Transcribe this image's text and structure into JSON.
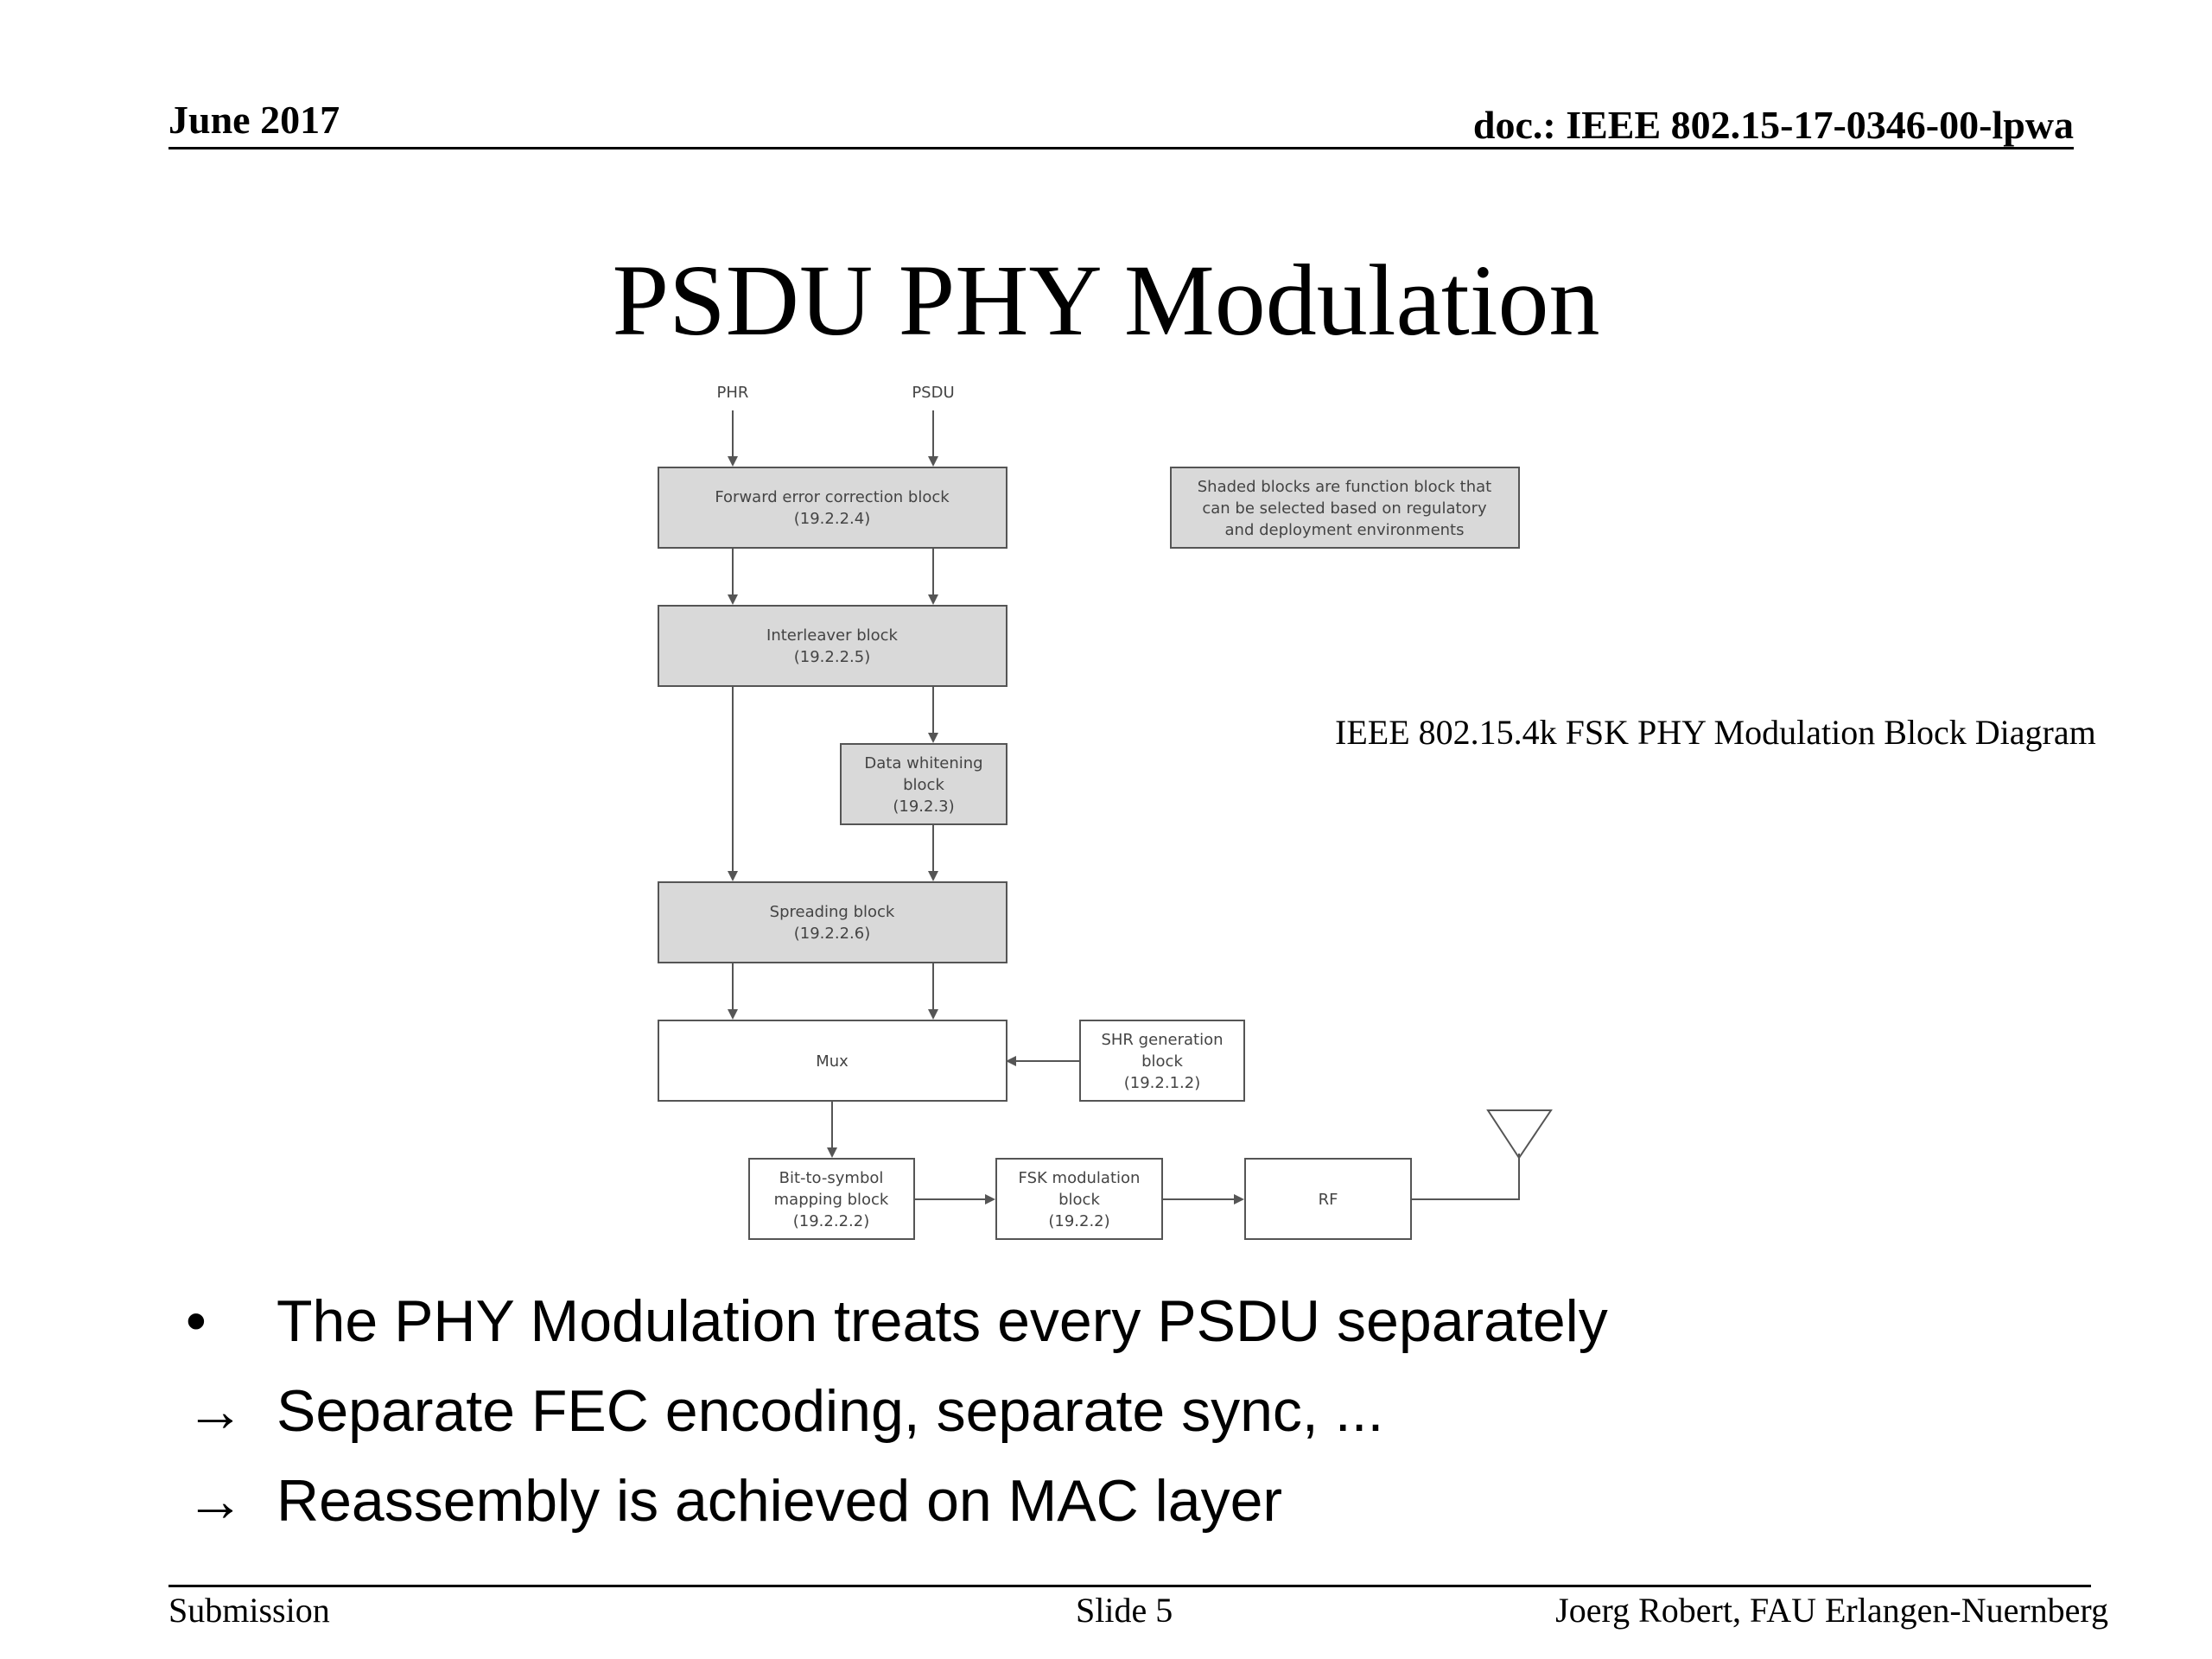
{
  "header": {
    "date": "June 2017",
    "doc": "doc.: IEEE 802.15-17-0346-00-lpwa"
  },
  "title": "PSDU PHY Modulation",
  "diagram": {
    "inputs": {
      "phr": "PHR",
      "psdu": "PSDU"
    },
    "blocks": {
      "fec": [
        "Forward error correction block",
        "(19.2.2.4)"
      ],
      "interleaver": [
        "Interleaver block",
        "(19.2.2.5)"
      ],
      "whitening": [
        "Data whitening",
        "block",
        "(19.2.3)"
      ],
      "spreading": [
        "Spreading block",
        "(19.2.2.6)"
      ],
      "mux": [
        "Mux"
      ],
      "shr": [
        "SHR generation",
        "block",
        "(19.2.1.2)"
      ],
      "bit2sym": [
        "Bit-to-symbol",
        "mapping block",
        "(19.2.2.2)"
      ],
      "fsk": [
        "FSK modulation",
        "block",
        "(19.2.2)"
      ],
      "rf": [
        "RF"
      ]
    },
    "note": [
      "Shaded blocks are function block that",
      "can be selected based on regulatory",
      "and deployment environments"
    ],
    "caption": "IEEE 802.15.4k FSK PHY Modulation Block Diagram",
    "colors": {
      "shaded": "#d9d9d9",
      "stroke": "#555555",
      "text": "#444444"
    }
  },
  "bullets": [
    {
      "marker": "•",
      "text": "The PHY Modulation treats every PSDU separately"
    },
    {
      "marker": "→",
      "text": "Separate FEC encoding, separate sync, ..."
    },
    {
      "marker": "→",
      "text": "Reassembly is achieved on MAC layer"
    }
  ],
  "footer": {
    "left": "Submission",
    "center": "Slide 5",
    "right": "Joerg Robert, FAU Erlangen-Nuernberg"
  }
}
